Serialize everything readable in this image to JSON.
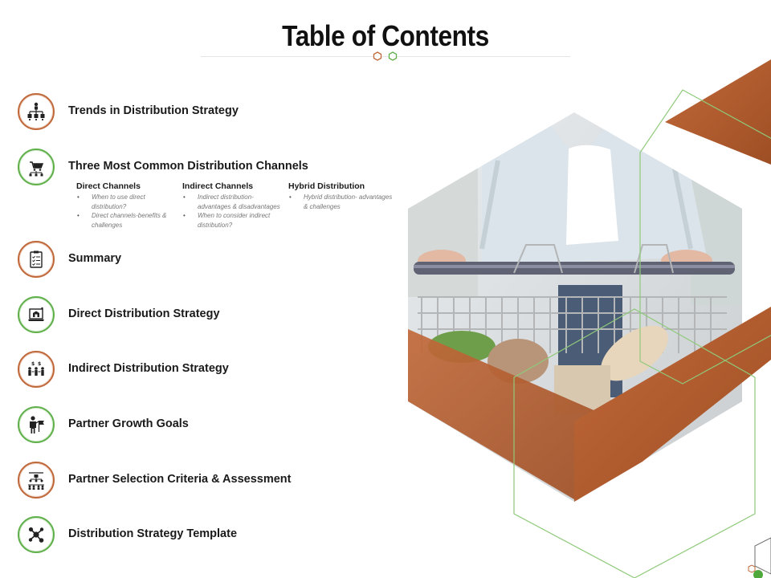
{
  "page": {
    "title": "Table of Contents"
  },
  "colors": {
    "brown": "#b8602f",
    "green": "#5fb04a",
    "text": "#1a1a1a"
  },
  "items": [
    {
      "label": "Trends in Distribution Strategy",
      "icon": "org-chart-icon",
      "ring": "brown"
    },
    {
      "label": "Three Most Common Distribution Channels",
      "icon": "cart-network-icon",
      "ring": "green"
    },
    {
      "label": "Summary",
      "icon": "clipboard-checklist-icon",
      "ring": "brown"
    },
    {
      "label": "Direct Distribution Strategy",
      "icon": "laptop-store-icon",
      "ring": "green"
    },
    {
      "label": "Indirect Distribution Strategy",
      "icon": "people-money-icon",
      "ring": "brown"
    },
    {
      "label": "Partner Growth Goals",
      "icon": "person-flag-icon",
      "ring": "green"
    },
    {
      "label": "Partner Selection Criteria & Assessment",
      "icon": "team-selection-icon",
      "ring": "brown"
    },
    {
      "label": "Distribution Strategy Template",
      "icon": "network-nodes-icon",
      "ring": "green"
    }
  ],
  "channels": [
    {
      "heading": "Direct Channels",
      "points": [
        "When to use direct distribution?",
        "Direct channels-benefits & challenges"
      ]
    },
    {
      "heading": "Indirect Channels",
      "points": [
        "Indirect distribution- advantages & disadvantages",
        "When to consider indirect distribution?"
      ]
    },
    {
      "heading": "Hybrid Distribution",
      "points": [
        "Hybrid distribution- advantages & challenges"
      ]
    }
  ],
  "graphic": {
    "image": "shopping-cart-photo",
    "decor": "hexagon-outlines"
  }
}
